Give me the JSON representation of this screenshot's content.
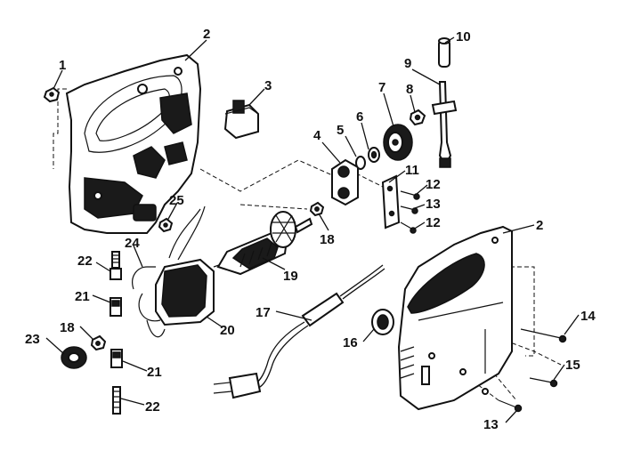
{
  "callouts": [
    {
      "id": "c1",
      "text": "1"
    },
    {
      "id": "c2a",
      "text": "2"
    },
    {
      "id": "c3",
      "text": "3"
    },
    {
      "id": "c4",
      "text": "4"
    },
    {
      "id": "c5",
      "text": "5"
    },
    {
      "id": "c6",
      "text": "6"
    },
    {
      "id": "c7",
      "text": "7"
    },
    {
      "id": "c8",
      "text": "8"
    },
    {
      "id": "c9",
      "text": "9"
    },
    {
      "id": "c10",
      "text": "10"
    },
    {
      "id": "c11",
      "text": "11"
    },
    {
      "id": "c12a",
      "text": "12"
    },
    {
      "id": "c13a",
      "text": "13"
    },
    {
      "id": "c12b",
      "text": "12"
    },
    {
      "id": "c2b",
      "text": "2"
    },
    {
      "id": "c25",
      "text": "25"
    },
    {
      "id": "c18a",
      "text": "18"
    },
    {
      "id": "c19",
      "text": "19"
    },
    {
      "id": "c24",
      "text": "24"
    },
    {
      "id": "c22a",
      "text": "22"
    },
    {
      "id": "c21a",
      "text": "21"
    },
    {
      "id": "c20",
      "text": "20"
    },
    {
      "id": "c17",
      "text": "17"
    },
    {
      "id": "c14",
      "text": "14"
    },
    {
      "id": "c18b",
      "text": "18"
    },
    {
      "id": "c23",
      "text": "23"
    },
    {
      "id": "c16",
      "text": "16"
    },
    {
      "id": "c21b",
      "text": "21"
    },
    {
      "id": "c15",
      "text": "15"
    },
    {
      "id": "c22b",
      "text": "22"
    },
    {
      "id": "c13b",
      "text": "13"
    }
  ]
}
